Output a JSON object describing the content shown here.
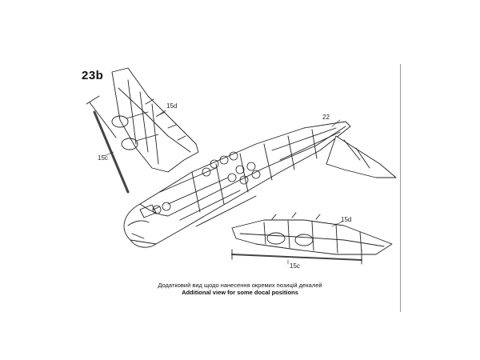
{
  "step_number": "23b",
  "callouts": {
    "fuselage": "22",
    "upper_wing_pylon": "15d",
    "upper_wing_strip": "15c",
    "lower_wing_pylon": "15d",
    "lower_wing_strip": "15c"
  },
  "caption": {
    "ukrainian": "Додатковий вид щодо нанесення окремих позицій декалей",
    "english": "Additional view for some docal positions"
  }
}
